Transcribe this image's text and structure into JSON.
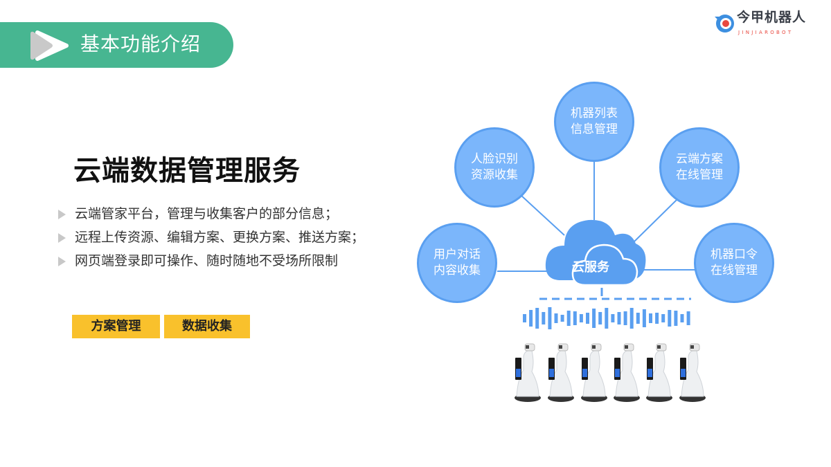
{
  "header": {
    "title": "基本功能介绍"
  },
  "logo": {
    "name_cn": "今甲机器人",
    "name_en": "JINJIAROBOT"
  },
  "main": {
    "title": "云端数据管理服务",
    "bullets": [
      "云端管家平台，管理与收集客户的部分信息；",
      "远程上传资源、编辑方案、更换方案、推送方案；",
      "网页端登录即可操作、随时随地不受场所限制"
    ],
    "tags": [
      "方案管理",
      "数据收集"
    ]
  },
  "diagram": {
    "center": "云服务",
    "nodes": [
      {
        "line1": "人脸识别",
        "line2": "资源收集"
      },
      {
        "line1": "机器列表",
        "line2": "信息管理"
      },
      {
        "line1": "云端方案",
        "line2": "在线管理"
      },
      {
        "line1": "用户对话",
        "line2": "内容收集"
      },
      {
        "line1": "机器口令",
        "line2": "在线管理"
      }
    ],
    "accent": "#5a9ff0"
  }
}
